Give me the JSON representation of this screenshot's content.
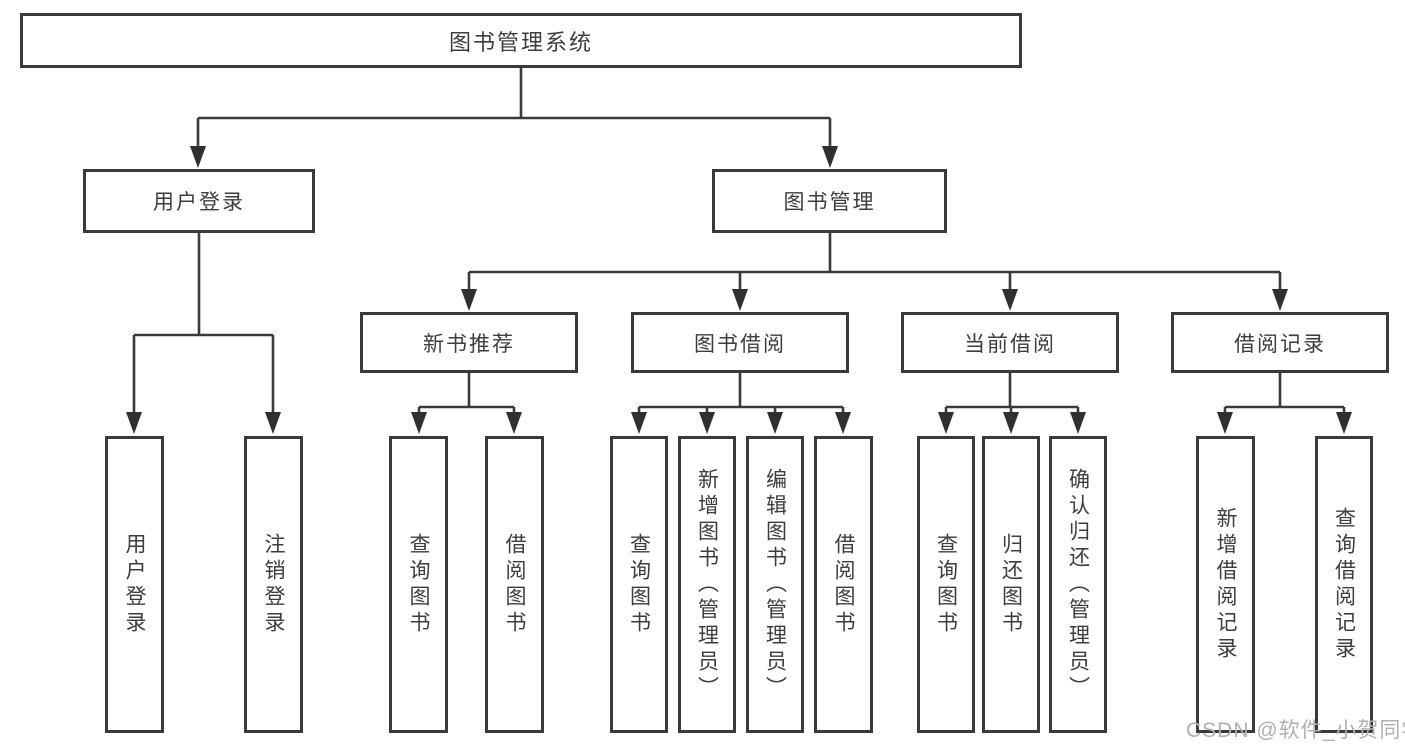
{
  "diagram": {
    "title": "图书管理系统",
    "nodes": {
      "root": "图书管理系统",
      "user_login": "用户登录",
      "book_mgmt": "图书管理",
      "new_book_rec": "新书推荐",
      "book_borrow": "图书借阅",
      "current_borrow": "当前借阅",
      "borrow_records": "借阅记录",
      "leaf_user_login": "用户登录",
      "leaf_logout": "注销登录",
      "leaf_nbr_query": "查询图书",
      "leaf_nbr_borrow": "借阅图书",
      "leaf_bb_query": "查询图书",
      "leaf_bb_add": "新增图书（管理员）",
      "leaf_bb_edit": "编辑图书（管理员）",
      "leaf_bb_borrow": "借阅图书",
      "leaf_cb_query": "查询图书",
      "leaf_cb_return": "归还图书",
      "leaf_cb_confirm": "确认归还（管理员）",
      "leaf_br_add": "新增借阅记录",
      "leaf_br_query": "查询借阅记录"
    },
    "colors": {
      "line": "#3a3a3a",
      "text": "#3d3d3d",
      "background": "#ffffff",
      "watermark": "#b0b0b0"
    }
  },
  "watermark": {
    "text": "CSDN @软件_小贺同学"
  }
}
